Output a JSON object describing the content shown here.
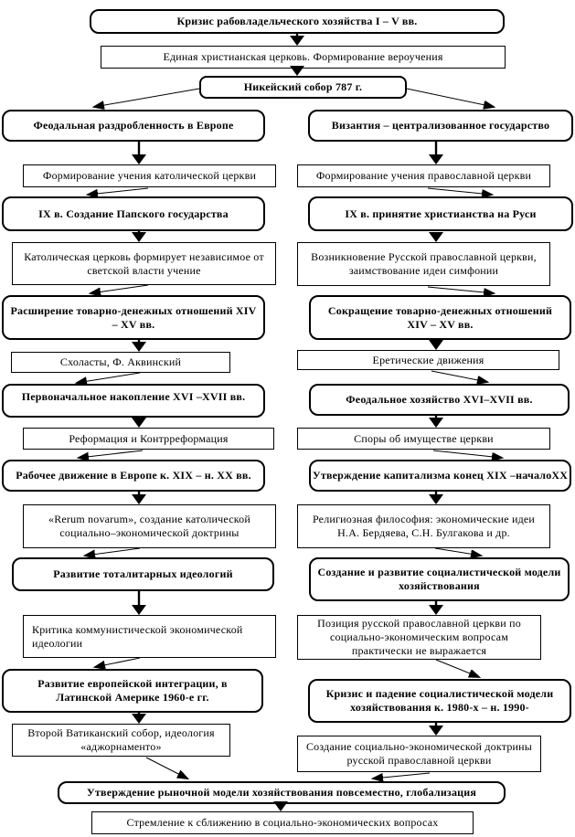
{
  "flowchart": {
    "top": {
      "crisis_slave_economy": "Кризис рабовладельческого хозяйства I – V вв.",
      "unified_christian_church": "Единая христианская церковь. Формирование вероучения",
      "nicaea_council": "Никейский собор 787 г."
    },
    "left_column": {
      "feudal_fragmentation": "Феодальная раздробленность в Европе",
      "catholic_doctrine": "Формирование учения католической церкви",
      "papal_state": "IX в. Создание Папского государства",
      "independent_teaching": "Католическая церковь формирует независимое от светской власти учение",
      "commodity_expansion": "Расширение товарно-денежных отношений XIV – XV вв.",
      "scholastics": "Схоласты, Ф. Аквинский",
      "primitive_accumulation": "Первоначальное накопление XVI –XVII вв.",
      "reformation": "Реформация и Контрреформация",
      "labor_movement": "Рабочее движение в Европе к. XIX – н. XX вв.",
      "rerum_novarum": "«Rerum novarum», создание католической социально–экономической доктрины",
      "totalitarian_ideologies": "Развитие тоталитарных идеологий",
      "communist_critique": "Критика коммунистической экономической идеологии",
      "european_integration": "Развитие европейской интеграции, в Латинской Америке 1960-е гг.",
      "vatican_ii": "Второй Ватиканский собор, идеология «аджорнаменто»"
    },
    "right_column": {
      "byzantium": "Византия – централизованное государство",
      "orthodox_doctrine": "Формирование учения православной церкви",
      "rus_christianization": "IX в. принятие христианства на Руси",
      "russian_church_origin": "Возникновение Русской православной церкви, заимствование идеи симфонии",
      "commodity_contraction": "Сокращение товарно-денежных отношений XIV – XV вв.",
      "heretical_movements": "Еретические движения",
      "feudal_economy": "Феодальное хозяйство XVI–XVII вв.",
      "property_disputes": "Споры об имуществе церкви",
      "capitalism": "Утверждение капитализма конец XIX –началоXX",
      "religious_philosophy": "Религиозная философия: экономические идеи Н.А. Бердяева, С.Н. Булгакова и др.",
      "socialist_model": "Создание и развитие социалистической модели хозяйствования",
      "orthodox_position": "Позиция русской православной церкви по социально-экономическим вопросам практически не выражается",
      "socialist_collapse": "Кризис и падение социалистической модели хозяйствования к. 1980-х – н. 1990-",
      "orthodox_social_doctrine": "Создание социально-экономической доктрины русской православной церкви"
    },
    "bottom": {
      "market_model": "Утверждение рыночной модели хозяйствования повсеместно, глобализация",
      "convergence": "Стремление к сближению в социально-экономических вопросах"
    },
    "colors": {
      "line": "#000000",
      "background": "#ffffff"
    }
  }
}
